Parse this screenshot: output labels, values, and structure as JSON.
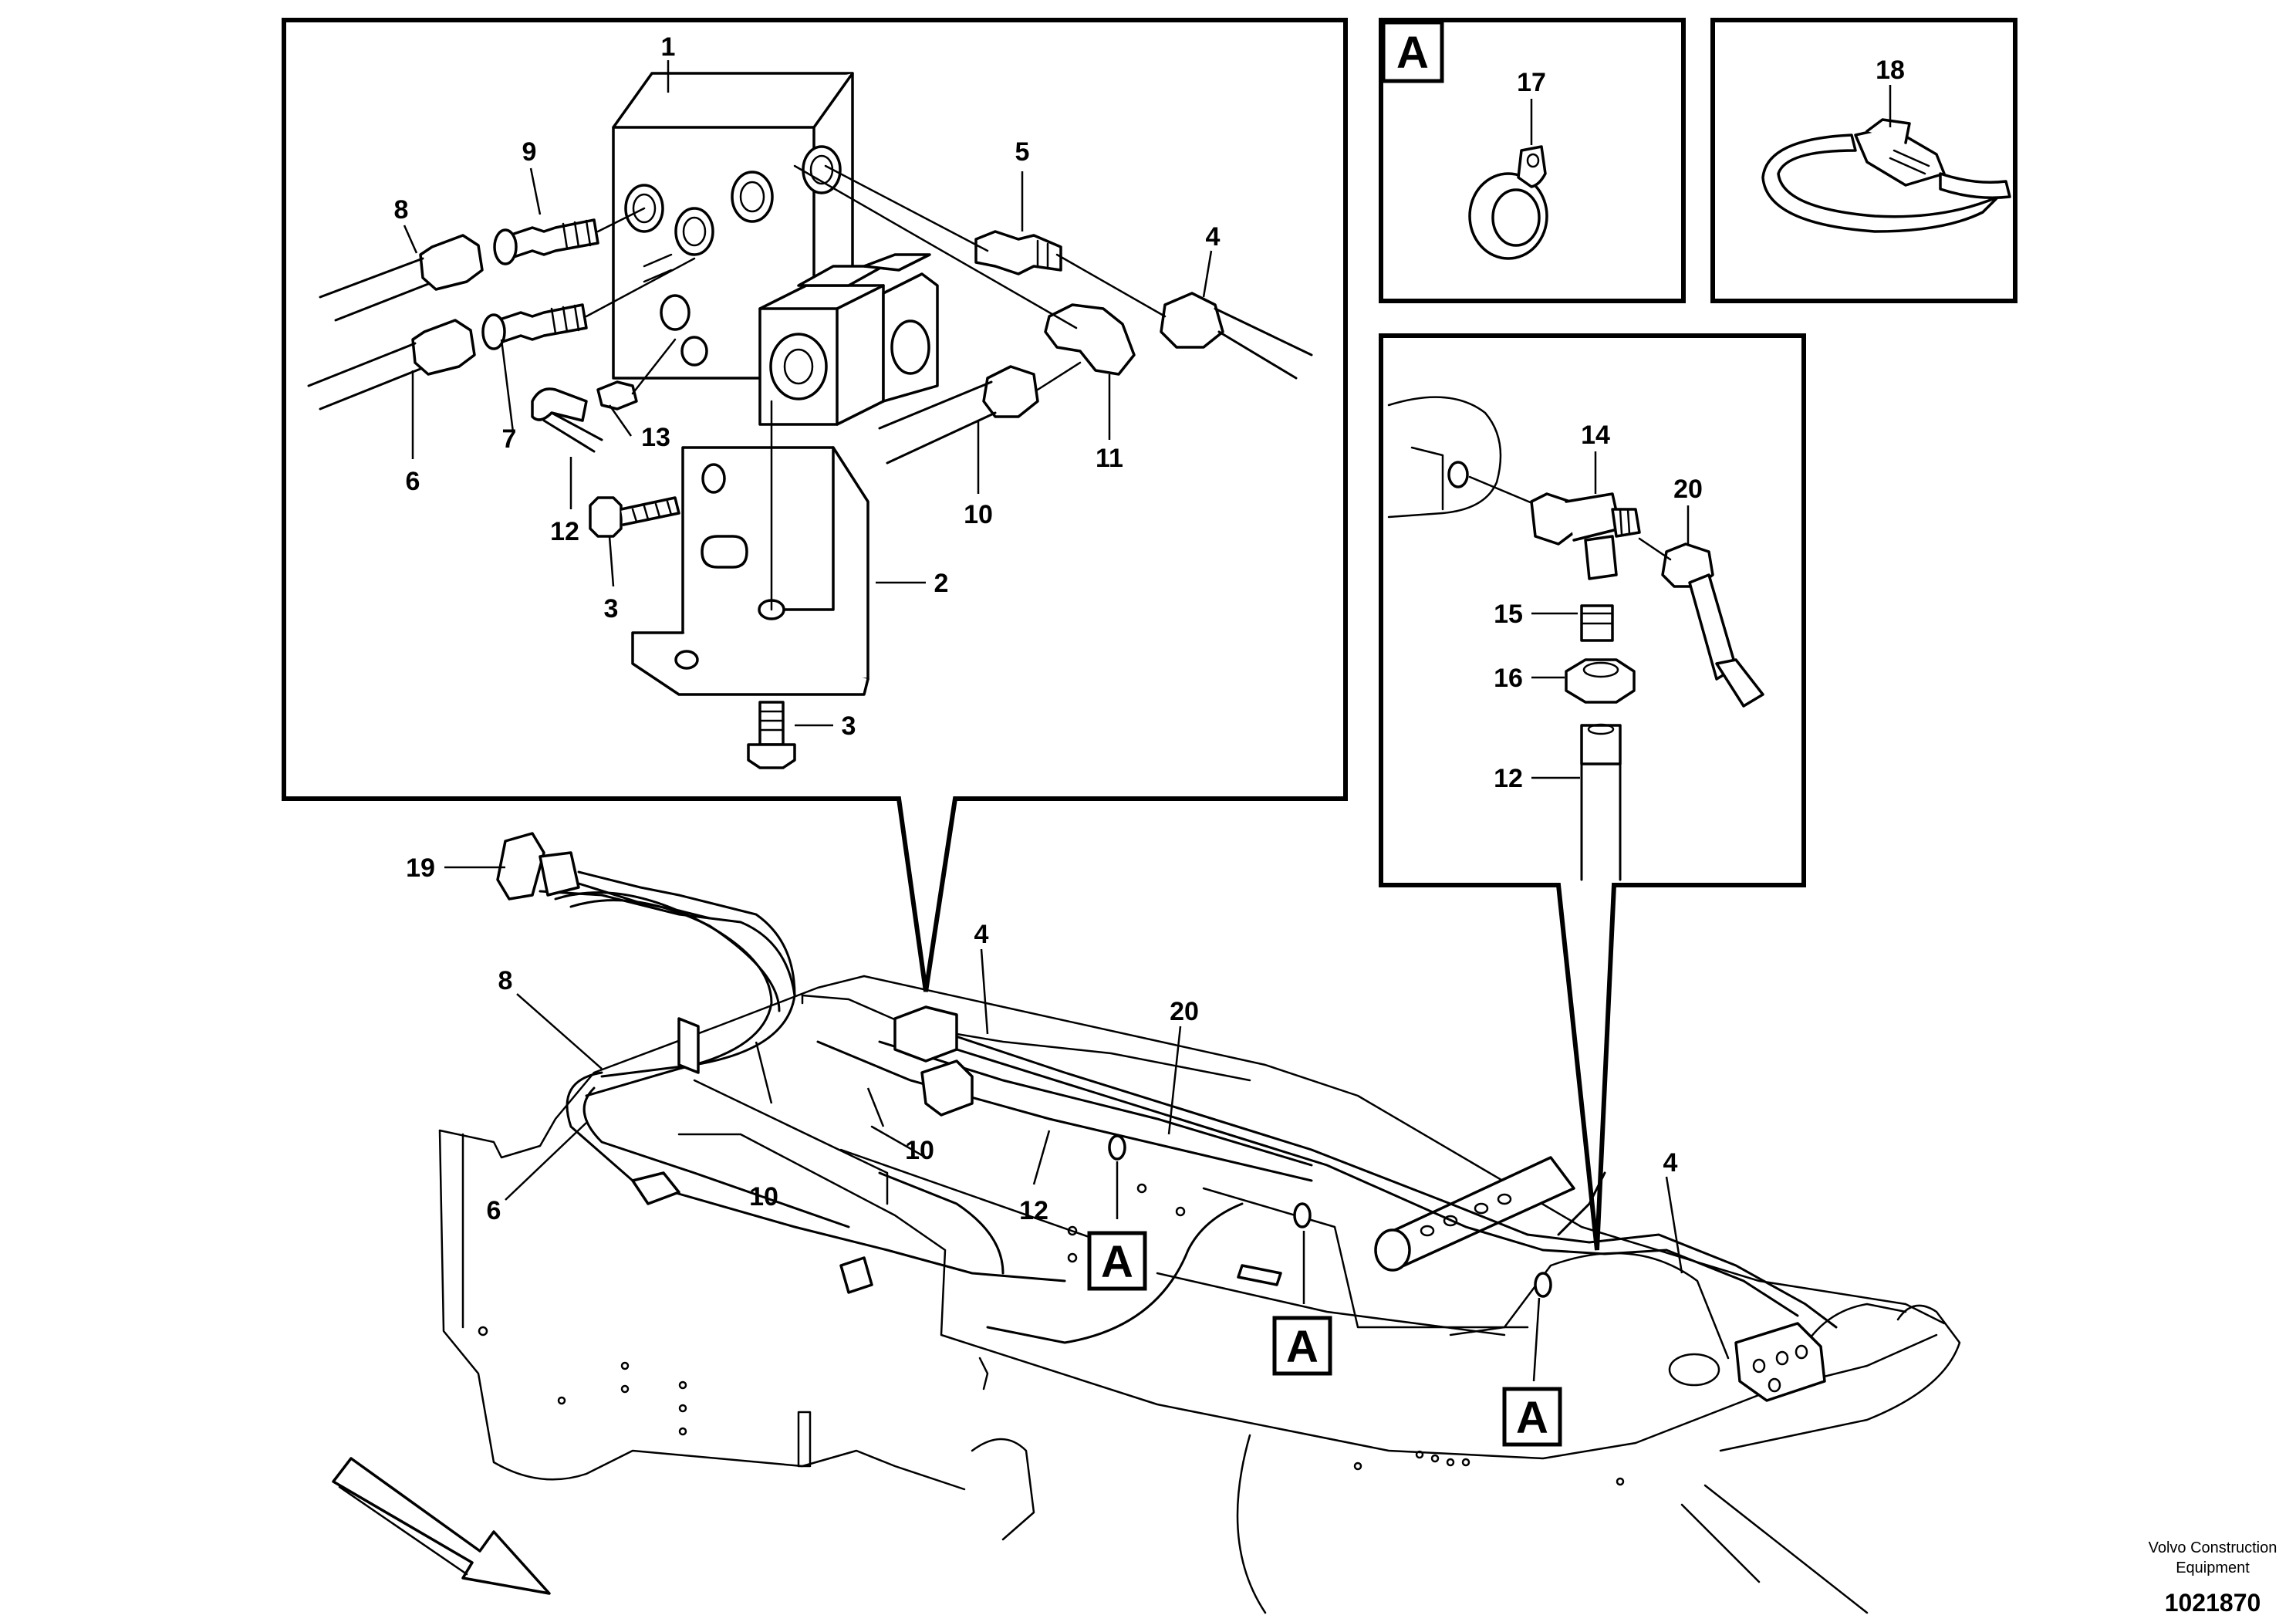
{
  "callouts": {
    "c1": "1",
    "c2": "2",
    "c3a": "3",
    "c3b": "3",
    "c4": "4",
    "c5": "5",
    "c6": "6",
    "c7": "7",
    "c8": "8",
    "c9": "9",
    "c10": "10",
    "c11": "11",
    "c12": "12",
    "c13": "13",
    "c17": "17",
    "c18": "18",
    "c14": "14",
    "c15": "15",
    "c16": "16",
    "c12r": "12",
    "c20r": "20",
    "m19": "19",
    "m8": "8",
    "m6": "6",
    "m10a": "10",
    "m10b": "10",
    "m4a": "4",
    "m20": "20",
    "m12": "12",
    "m4b": "4"
  },
  "detail_marker": "A",
  "footer": {
    "company_line1": "Volvo Construction",
    "company_line2": "Equipment",
    "drawing_number": "1021870"
  }
}
